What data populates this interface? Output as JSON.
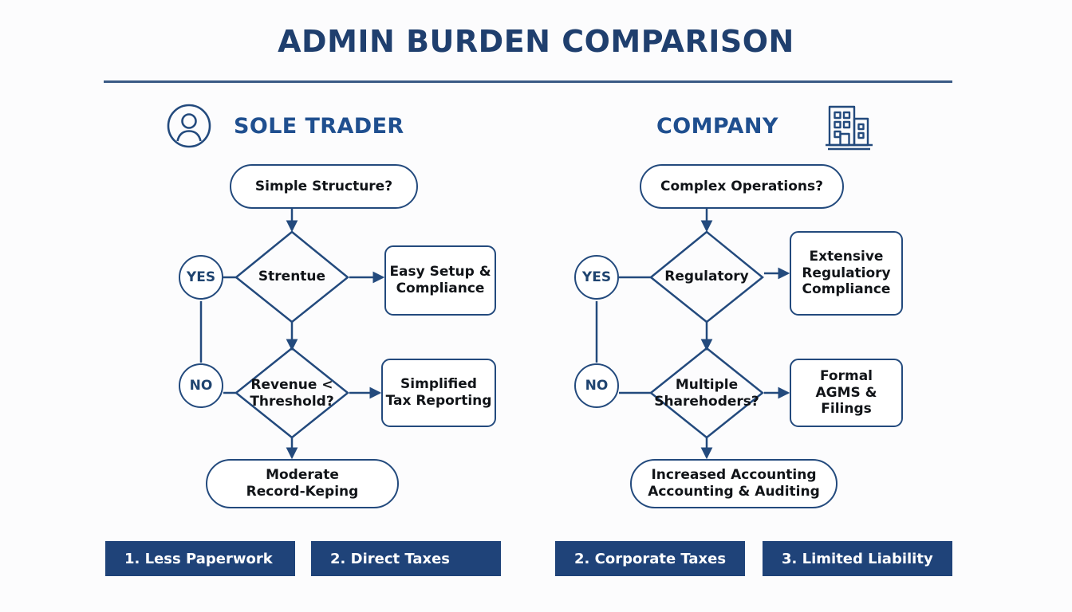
{
  "page": {
    "title": "ADMIN BURDEN COMPARISON",
    "background_color": "#fcfcfd",
    "accent_color": "#234a7d",
    "title_color": "#1f3f6e",
    "header_color": "#1f4f8f",
    "footer_bar_color": "#1f4379"
  },
  "columns": [
    {
      "key": "sole_trader",
      "heading": "SOLE TRADER",
      "icon": "person-circle-icon",
      "icon_position": "left",
      "start": {
        "label": "Simple Structure?",
        "shape": "pill"
      },
      "decisions": [
        {
          "label": "Strentue",
          "shape": "diamond",
          "branch_label": "YES",
          "outcome": {
            "label": "Easy Setup &\nCompliance",
            "shape": "rect"
          }
        },
        {
          "label": "Revenue <\nThreshold?",
          "shape": "diamond",
          "branch_label": "NO",
          "outcome": {
            "label": "Simplified\nTax Reporting",
            "shape": "rect"
          }
        }
      ],
      "end": {
        "label": "Moderate\nRecord-Keping",
        "shape": "pill"
      }
    },
    {
      "key": "company",
      "heading": "COMPANY",
      "icon": "office-building-icon",
      "icon_position": "right",
      "start": {
        "label": "Complex Operations?",
        "shape": "pill"
      },
      "decisions": [
        {
          "label": "Regulatory",
          "shape": "diamond",
          "branch_label": "YES",
          "outcome": {
            "label": "Extensive\nRegulatiory\nCompliance",
            "shape": "rect"
          }
        },
        {
          "label": "Multiple\nSharehoders?",
          "shape": "diamond",
          "branch_label": "NO",
          "outcome": {
            "label": "Formal\nAGMS & Filings",
            "shape": "rect"
          }
        }
      ],
      "end": {
        "label": "Increased Accounting\nAccounting & Auditing",
        "shape": "pill"
      }
    }
  ],
  "footer_bars": [
    {
      "label": "1. Less Paperwork",
      "group": "sole_trader"
    },
    {
      "label": "2. Direct Taxes",
      "group": "sole_trader"
    },
    {
      "label": "2. Corporate Taxes",
      "group": "company"
    },
    {
      "label": "3. Limited Liability",
      "group": "company"
    }
  ]
}
